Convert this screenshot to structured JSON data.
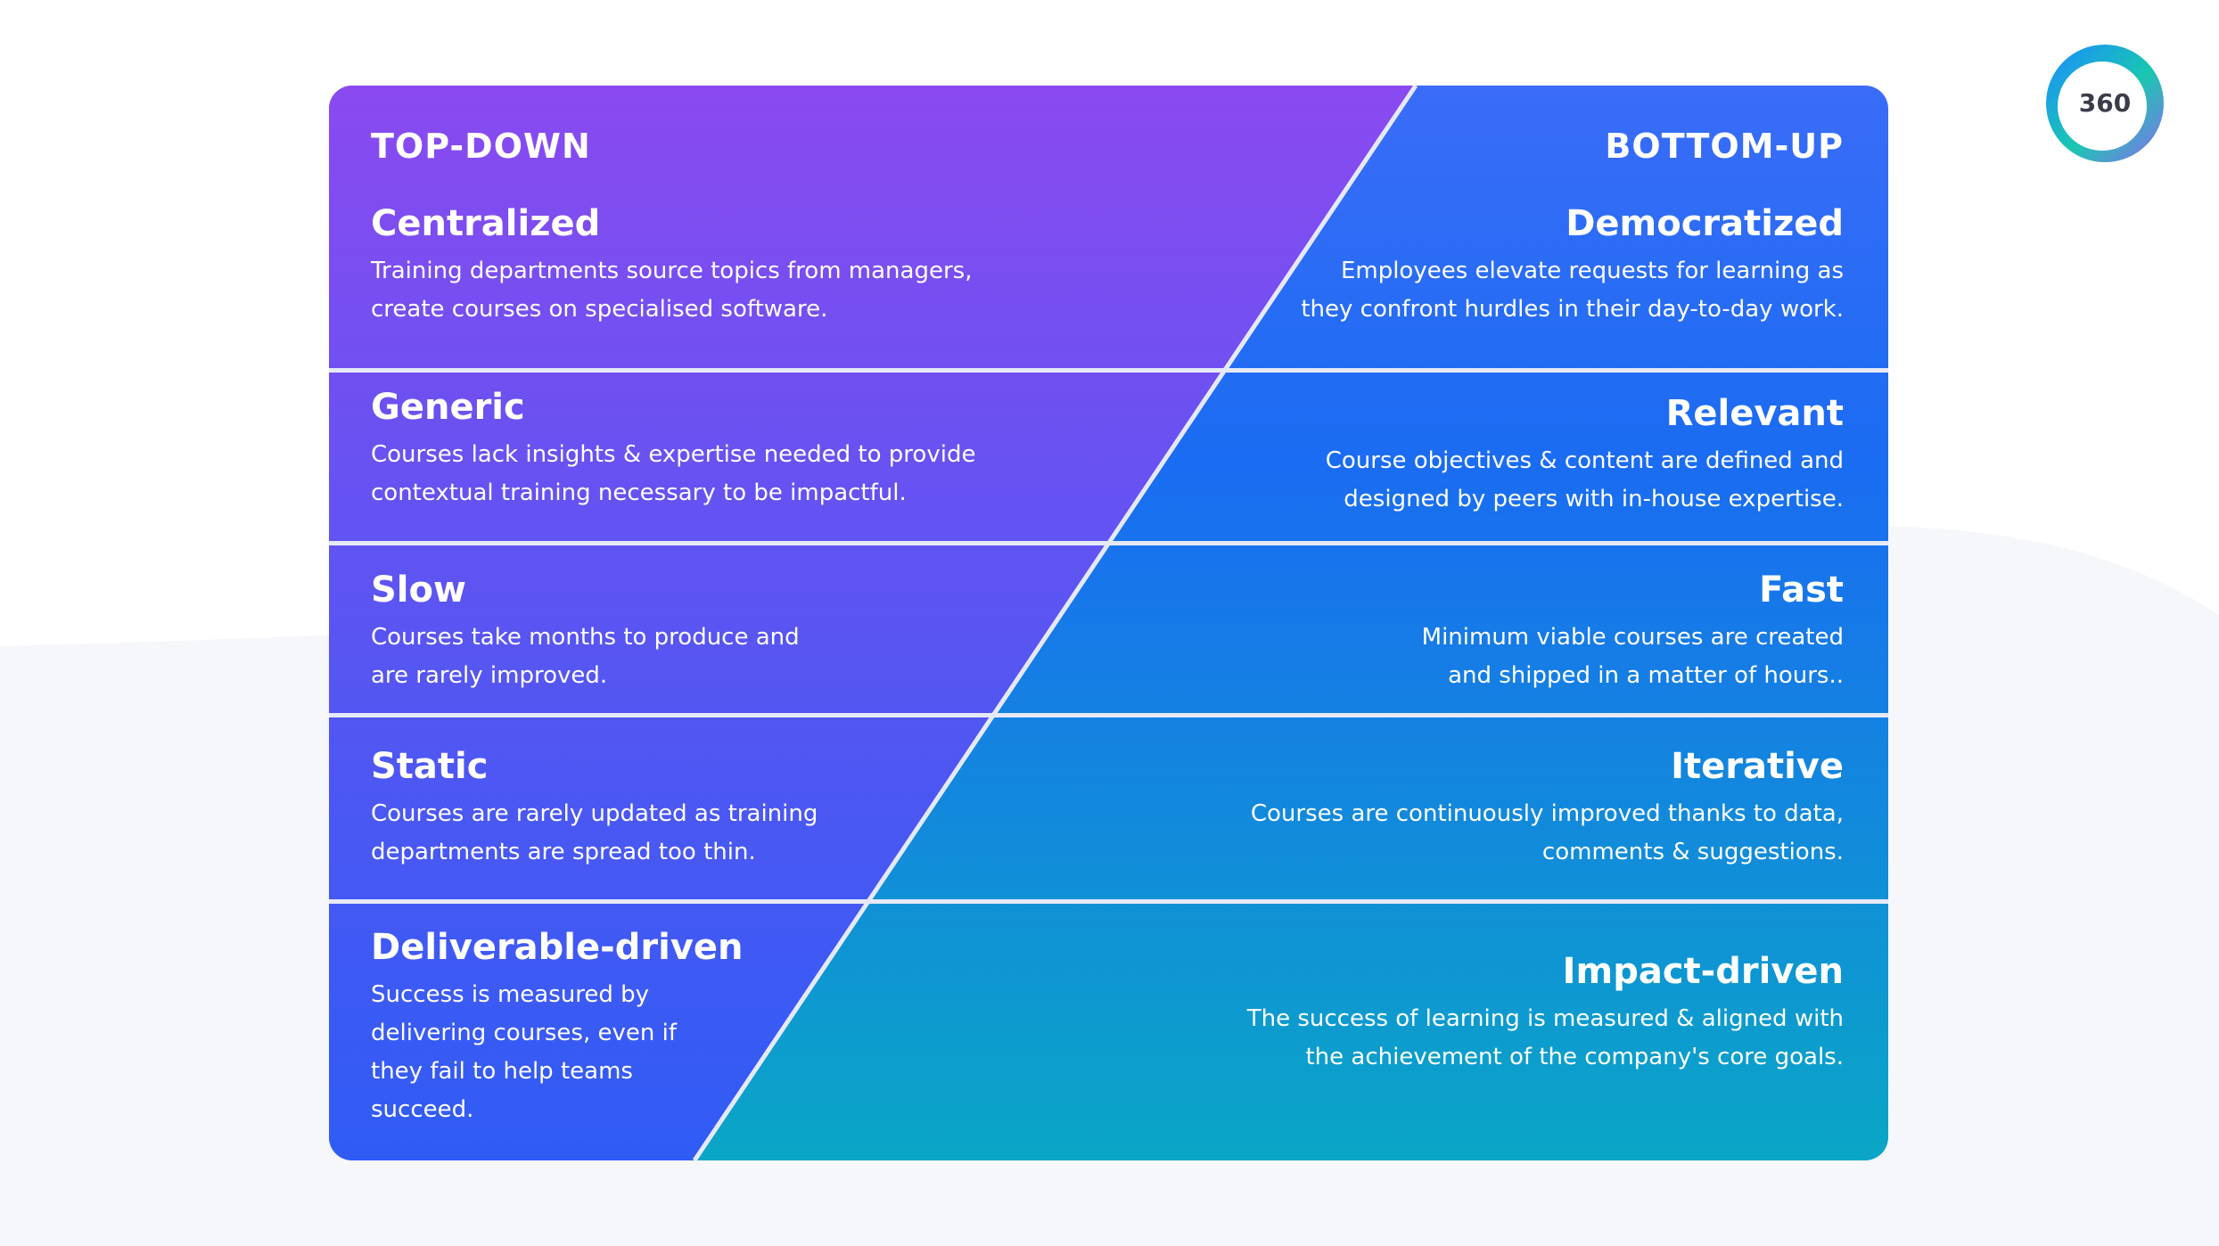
{
  "logo": {
    "text": "360"
  },
  "columns": {
    "left_heading": "TOP-DOWN",
    "right_heading": "BOTTOM-UP"
  },
  "rows": [
    {
      "left": {
        "title": "Centralized",
        "lines": [
          "Training departments source topics from managers,",
          "create courses on specialised software."
        ]
      },
      "right": {
        "title": "Democratized",
        "lines": [
          "Employees elevate requests for learning as",
          "they confront hurdles in their day-to-day work."
        ]
      }
    },
    {
      "left": {
        "title": "Generic",
        "lines": [
          "Courses lack insights & expertise needed to provide",
          "contextual training necessary to be impactful."
        ]
      },
      "right": {
        "title": "Relevant",
        "lines": [
          "Course objectives & content are defined and",
          "designed by peers with in-house expertise."
        ]
      }
    },
    {
      "left": {
        "title": "Slow",
        "lines": [
          "Courses take months to produce and",
          "are rarely improved."
        ]
      },
      "right": {
        "title": "Fast",
        "lines": [
          "Minimum viable courses are created",
          "and shipped in a matter of hours.."
        ]
      }
    },
    {
      "left": {
        "title": "Static",
        "lines": [
          "Courses are rarely updated as training",
          "departments are spread too thin."
        ]
      },
      "right": {
        "title": "Iterative",
        "lines": [
          "Courses are continuously improved thanks to data,",
          "comments & suggestions."
        ]
      }
    },
    {
      "left": {
        "title": "Deliverable-driven",
        "lines": [
          "Success is measured by",
          "delivering courses, even if",
          "they fail to help teams",
          "succeed."
        ]
      },
      "right": {
        "title": "Impact-driven",
        "lines": [
          "The success of learning is measured & aligned with",
          "the achievement of the company's core goals."
        ]
      }
    }
  ],
  "colors": {
    "top_down_top": "#8a4af0",
    "top_down_bottom": "#2f5cf5",
    "bottom_up_top": "#3a6cf8",
    "bottom_up_mid": "#1a6cf2",
    "bottom_up_bottom": "#0aa6c6",
    "divider": "#e6e9f7",
    "logo_ring_start": "#1a8cff",
    "logo_ring_mid": "#19c7b0",
    "logo_ring_end": "#8a6cf0"
  }
}
